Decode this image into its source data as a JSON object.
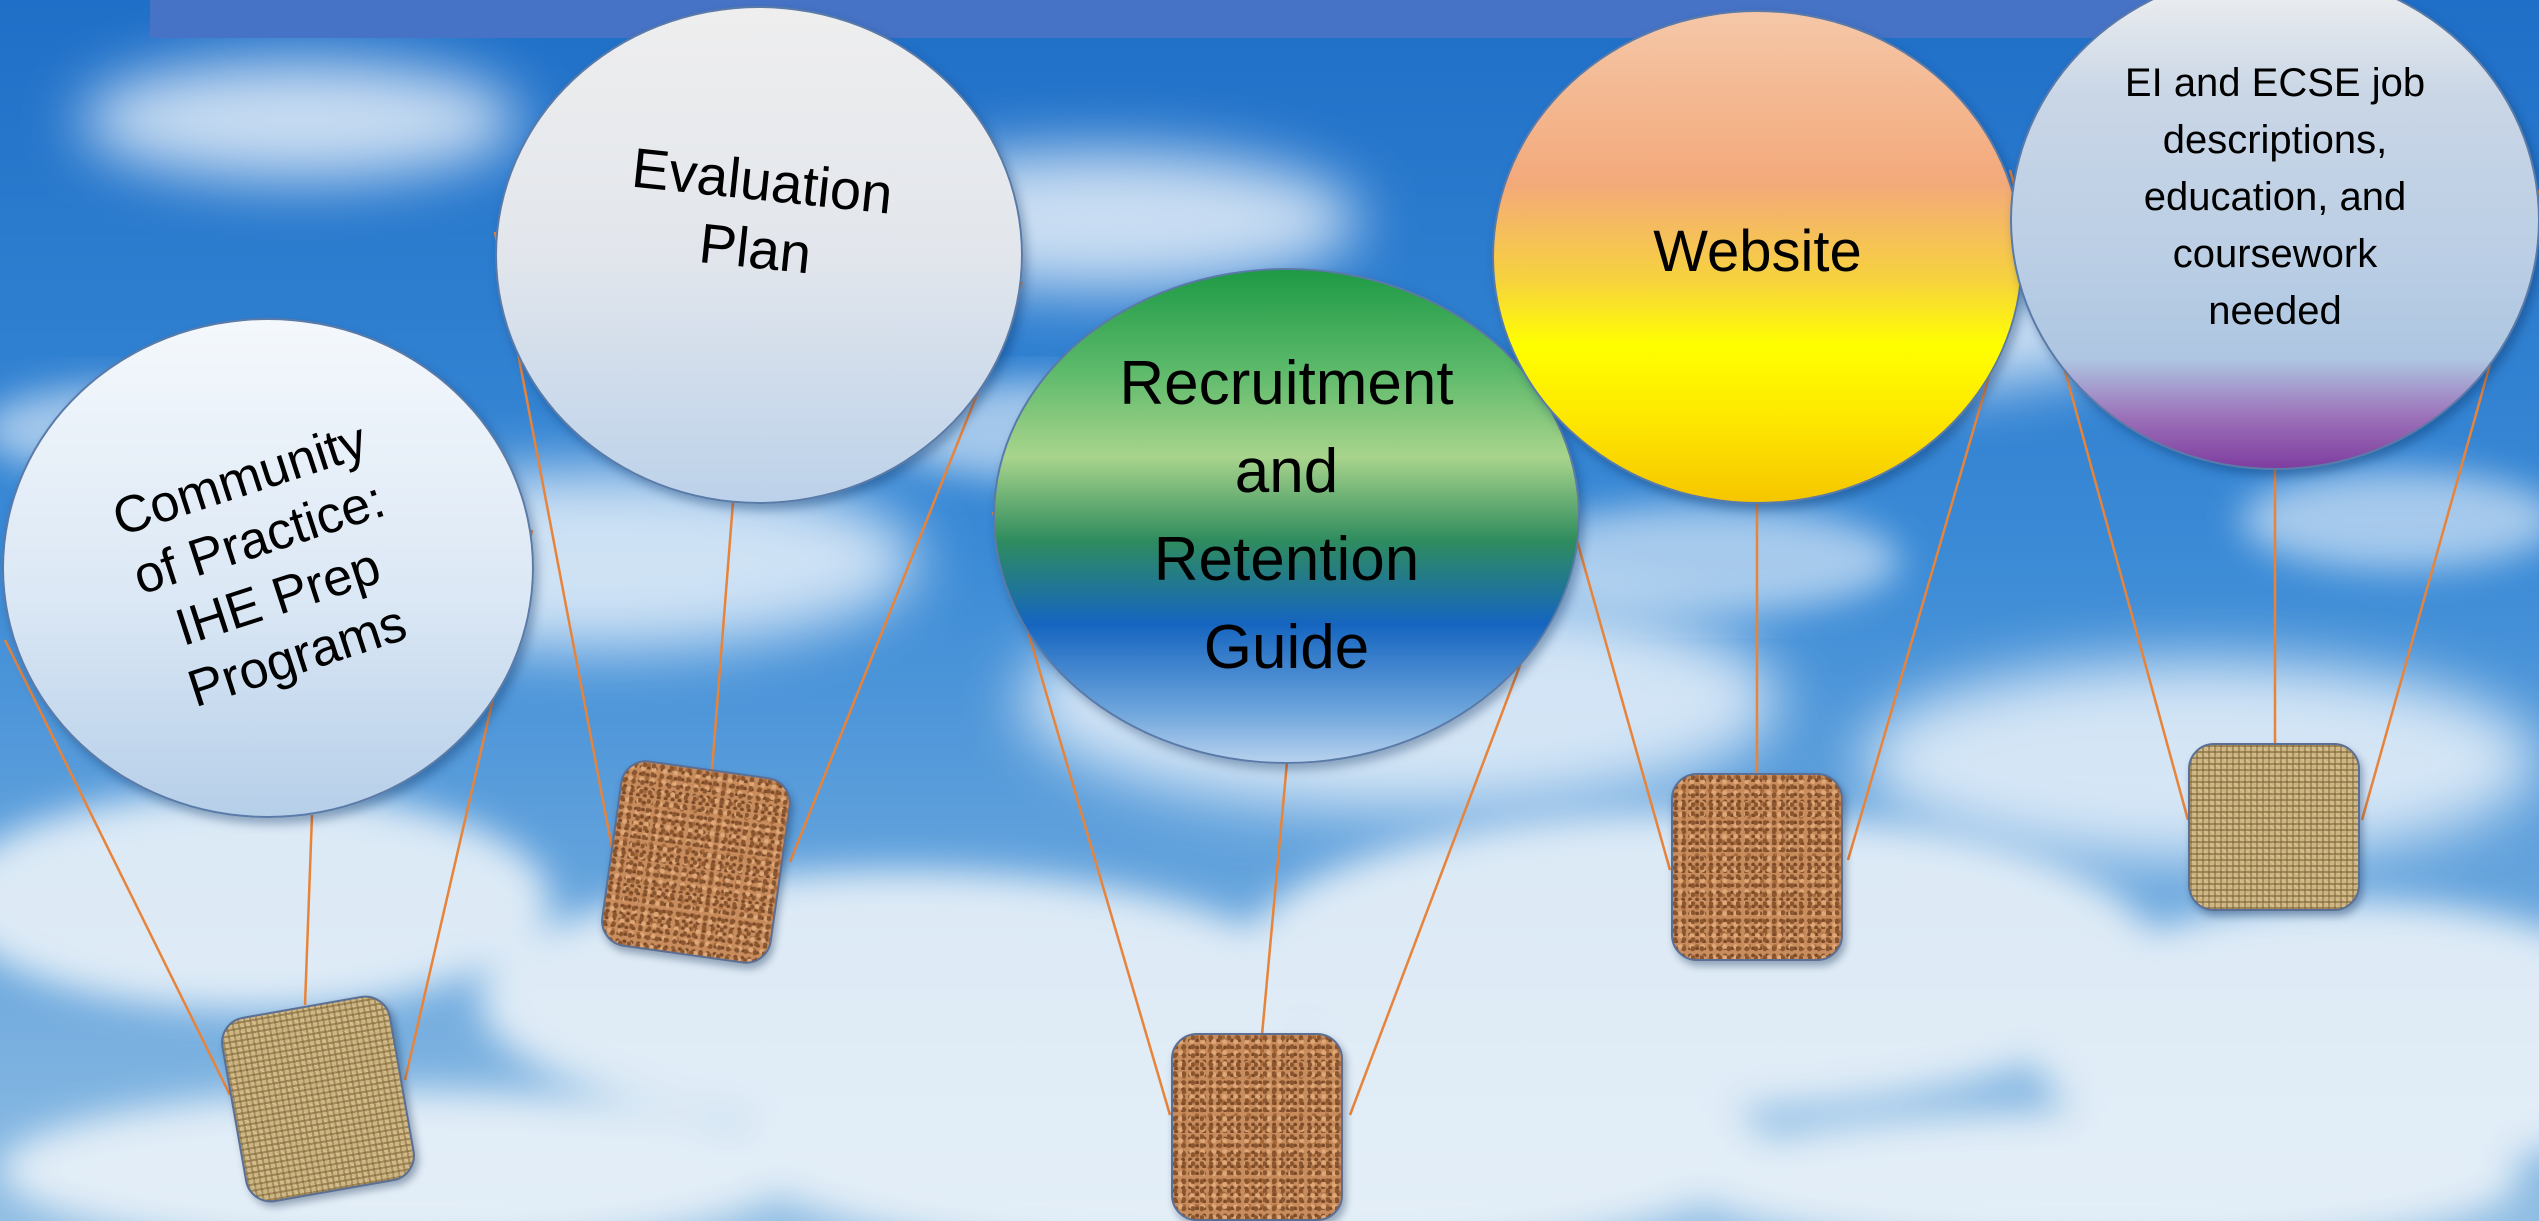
{
  "balloons": [
    {
      "id": "community",
      "text": "Community\nof Practice:\nIHE Prep\nPrograms"
    },
    {
      "id": "evaluation",
      "text": "Evaluation\nPlan"
    },
    {
      "id": "recruitment",
      "text": "Recruitment\nand\nRetention\nGuide"
    },
    {
      "id": "website",
      "text": "Website"
    },
    {
      "id": "job",
      "text": "EI and ECSE job\ndescriptions,\neducation, and\ncoursework\nneeded"
    }
  ],
  "colors": {
    "banner": "#4673c6",
    "rope": "#e8833a",
    "sky": "#2f7fd0"
  }
}
